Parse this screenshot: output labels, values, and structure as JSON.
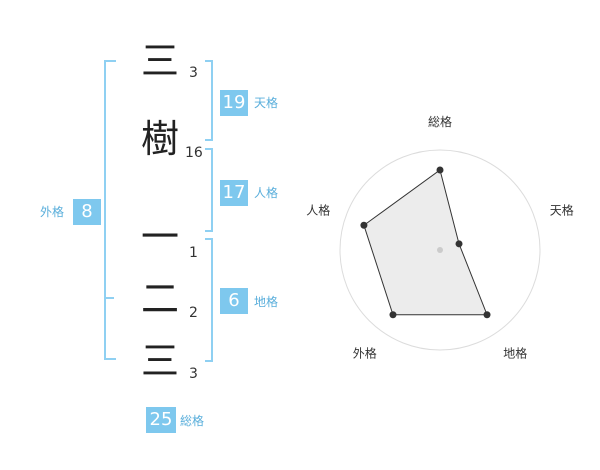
{
  "name": {
    "chars": [
      {
        "char": "三",
        "strokes": "3"
      },
      {
        "char": "樹",
        "strokes": "16"
      },
      {
        "char": "一",
        "strokes": "1"
      },
      {
        "char": "二",
        "strokes": "2"
      },
      {
        "char": "三",
        "strokes": "3"
      }
    ]
  },
  "fortunes": {
    "tenkaku": {
      "value": "19",
      "label": "天格"
    },
    "jinkaku": {
      "value": "17",
      "label": "人格"
    },
    "chikaku": {
      "value": "6",
      "label": "地格"
    },
    "gaikaku": {
      "value": "8",
      "label": "外格"
    },
    "soukaku": {
      "value": "25",
      "label": "総格"
    }
  },
  "colors": {
    "accent": "#7ec8ee",
    "bracket": "#8fd0f2",
    "label": "#59aedb"
  },
  "chart_data": {
    "type": "radar",
    "axes": [
      "総格",
      "天格",
      "地格",
      "外格",
      "人格"
    ],
    "values": [
      0.8,
      0.2,
      0.8,
      0.8,
      0.8
    ],
    "max": 1,
    "rings": 5
  }
}
